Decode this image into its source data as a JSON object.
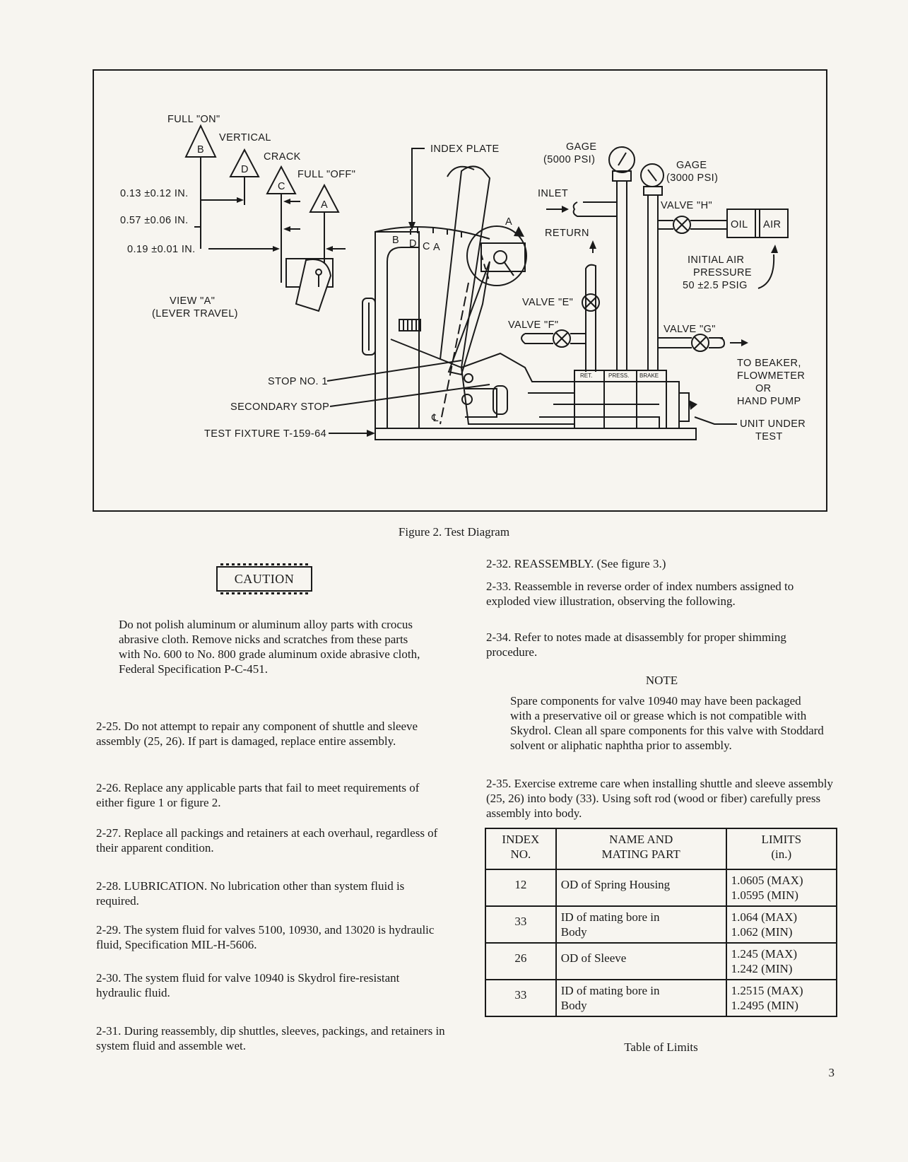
{
  "figure": {
    "labels": {
      "full_on": "FULL \"ON\"",
      "vertical": "VERTICAL",
      "crack": "CRACK",
      "full_off": "FULL \"OFF\"",
      "tri_b": "B",
      "tri_d": "D",
      "tri_c": "C",
      "tri_a": "A",
      "dim1": "0.13 ±0.12 IN.",
      "dim2": "0.57 ±0.06 IN.",
      "dim3": "0.19 ±0.01 IN.",
      "view_a_line1": "VIEW \"A\"",
      "view_a_line2": "(LEVER TRAVEL)",
      "index_plate": "INDEX PLATE",
      "plate_b": "B",
      "plate_d": "D",
      "plate_c": "C",
      "plate_a": "A",
      "circle_a": "A",
      "gage1_line1": "GAGE",
      "gage1_line2": "(5000 PSI)",
      "gage2_line1": "GAGE",
      "gage2_line2": "(3000 PSI)",
      "inlet": "INLET",
      "return": "RETURN",
      "valve_h": "VALVE \"H\"",
      "oil": "OIL",
      "air": "AIR",
      "initial_air_1": "INITIAL AIR",
      "initial_air_2": "PRESSURE",
      "initial_air_3": "50 ±2.5 PSIG",
      "valve_e": "VALVE \"E\"",
      "valve_f": "VALVE \"F\"",
      "valve_g": "VALVE \"G\"",
      "to_beaker_1": "TO BEAKER,",
      "to_beaker_2": "FLOWMETER",
      "to_beaker_3": "OR",
      "to_beaker_4": "HAND PUMP",
      "port_ret": "RET.",
      "port_press": "PRESS.",
      "port_brake": "BRAKE",
      "stop_no1": "STOP NO. 1",
      "secondary_stop": "SECONDARY STOP",
      "test_fixture": "TEST FIXTURE T-159-64",
      "unit_under_1": "UNIT UNDER",
      "unit_under_2": "TEST",
      "centerline": "℄"
    },
    "caption": "Figure 2.  Test Diagram"
  },
  "left_column": {
    "caution_label": "CAUTION",
    "caution_text": "Do not polish aluminum or aluminum alloy parts with crocus abrasive cloth. Remove nicks and scratches from these parts with No. 600 to No. 800 grade aluminum oxide abrasive cloth, Federal Specification P-C-451.",
    "p_2_25": "2-25. Do not attempt to repair any component of shuttle and sleeve assembly (25, 26). If part is damaged, replace entire assembly.",
    "p_2_26": "2-26. Replace any applicable parts that fail to meet requirements of either figure 1 or figure 2.",
    "p_2_27": "2-27. Replace all packings and retainers at each overhaul, regardless of their apparent condition.",
    "p_2_28": "2-28. LUBRICATION. No lubrication other than system fluid is required.",
    "p_2_29": "2-29. The system fluid for valves 5100, 10930, and 13020 is hydraulic fluid, Specification MIL-H-5606.",
    "p_2_30": "2-30. The system fluid for valve 10940 is Skydrol fire-resistant hydraulic fluid.",
    "p_2_31": "2-31. During reassembly, dip shuttles, sleeves, packings, and retainers in system fluid and assemble wet."
  },
  "right_column": {
    "p_2_32": "2-32. REASSEMBLY. (See figure 3.)",
    "p_2_33": "2-33. Reassemble in reverse order of index numbers assigned to exploded view illustration, observing the following.",
    "p_2_34": "2-34. Refer to notes made at disassembly for proper shimming procedure.",
    "note_label": "NOTE",
    "note_text": "Spare components for valve 10940 may have been packaged with a preservative oil or grease which is not compatible with Skydrol. Clean all spare components for this valve with Stoddard solvent or aliphatic naphtha prior to assembly.",
    "p_2_35": "2-35. Exercise extreme care when installing shuttle and sleeve assembly (25, 26) into body (33). Using soft rod (wood or fiber) carefully press assembly into body."
  },
  "limits_table": {
    "headers": {
      "index_1": "INDEX",
      "index_2": "NO.",
      "name_1": "NAME AND",
      "name_2": "MATING PART",
      "limits_1": "LIMITS",
      "limits_2": "(in.)"
    },
    "rows": [
      {
        "index": "12",
        "name_1": "OD of Spring Housing",
        "name_2": "",
        "max": "1.0605 (MAX)",
        "min": "1.0595 (MIN)"
      },
      {
        "index": "33",
        "name_1": "ID of mating bore in",
        "name_2": "Body",
        "max": "1.064 (MAX)",
        "min": "1.062 (MIN)"
      },
      {
        "index": "26",
        "name_1": "OD of Sleeve",
        "name_2": "",
        "max": "1.245 (MAX)",
        "min": "1.242 (MIN)"
      },
      {
        "index": "33",
        "name_1": "ID of mating bore in",
        "name_2": "Body",
        "max": "1.2515 (MAX)",
        "min": "1.2495 (MIN)"
      }
    ],
    "caption": "Table of Limits"
  },
  "page_number": "3"
}
